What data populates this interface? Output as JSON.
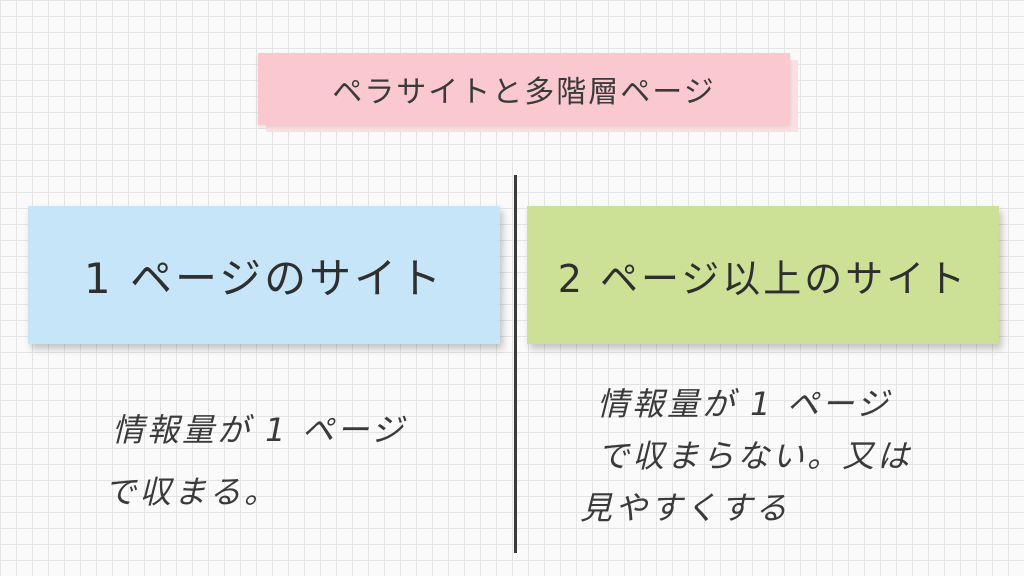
{
  "title": "ペラサイトと多階層ページ",
  "left": {
    "heading": "1 ページのサイト",
    "description_lines": [
      "情報量が 1 ページ",
      "で収まる。"
    ]
  },
  "right": {
    "heading": "2 ページ以上のサイト",
    "description_lines": [
      "情報量が 1 ページ",
      "で収まらない。又は",
      "見やすくする"
    ]
  },
  "colors": {
    "title_bg": "#f9c9cf",
    "left_card_bg": "#c6e5f8",
    "right_card_bg": "#cde196",
    "divider": "#3a3a3a",
    "text": "#3a3a3a"
  }
}
